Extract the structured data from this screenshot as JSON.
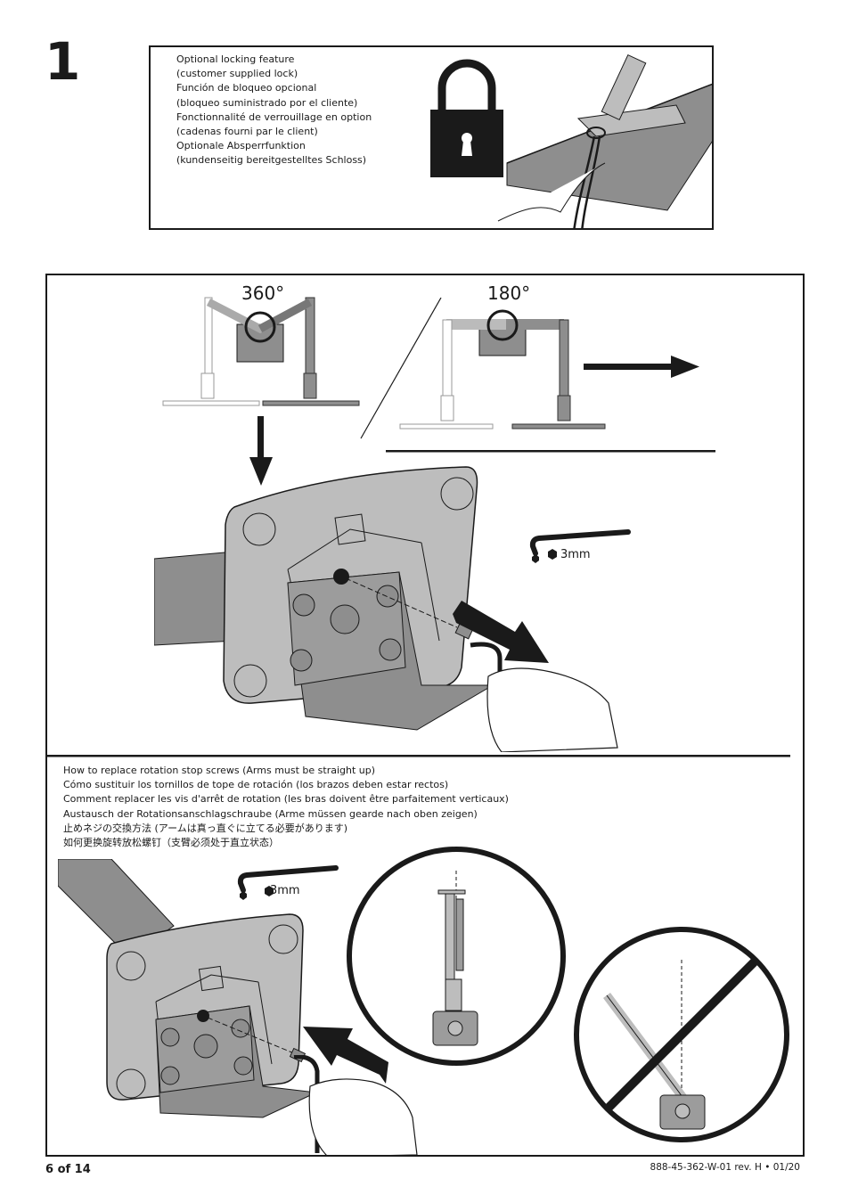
{
  "step": "1",
  "lock_panel": {
    "lines": [
      "Optional locking feature",
      "(customer supplied lock)",
      "Función de bloqueo opcional",
      "(bloqueo suministrado por el cliente)",
      "Fonctionnalité de verrouillage en option",
      "(cadenas fourni par le client)",
      "Optionale Absperrfunktion",
      "(kundenseitig bereitgestelltes Schloss)"
    ]
  },
  "rotation": {
    "left_label": "360°",
    "right_label": "180°"
  },
  "tool_size": "3mm",
  "instructions": [
    "How to replace rotation stop screws (Arms must be straight up)",
    "Cómo sustituir los tornillos de tope de rotación (los brazos deben estar rectos)",
    "Comment replacer les vis d'arrêt de rotation (les bras doivent être parfaitement verticaux)",
    "Austausch der Rotationsanschlagschraube (Arme müssen gearde nach oben zeigen)",
    "止めネジの交換方法 (アームは真っ直ぐに立てる必要があります)",
    "如何更换旋转放松螺钉（支臂必须处于直立状态）"
  ],
  "footer": {
    "page": "6 of 14",
    "doc_id": "888-45-362-W-01 rev. H • 01/20"
  }
}
